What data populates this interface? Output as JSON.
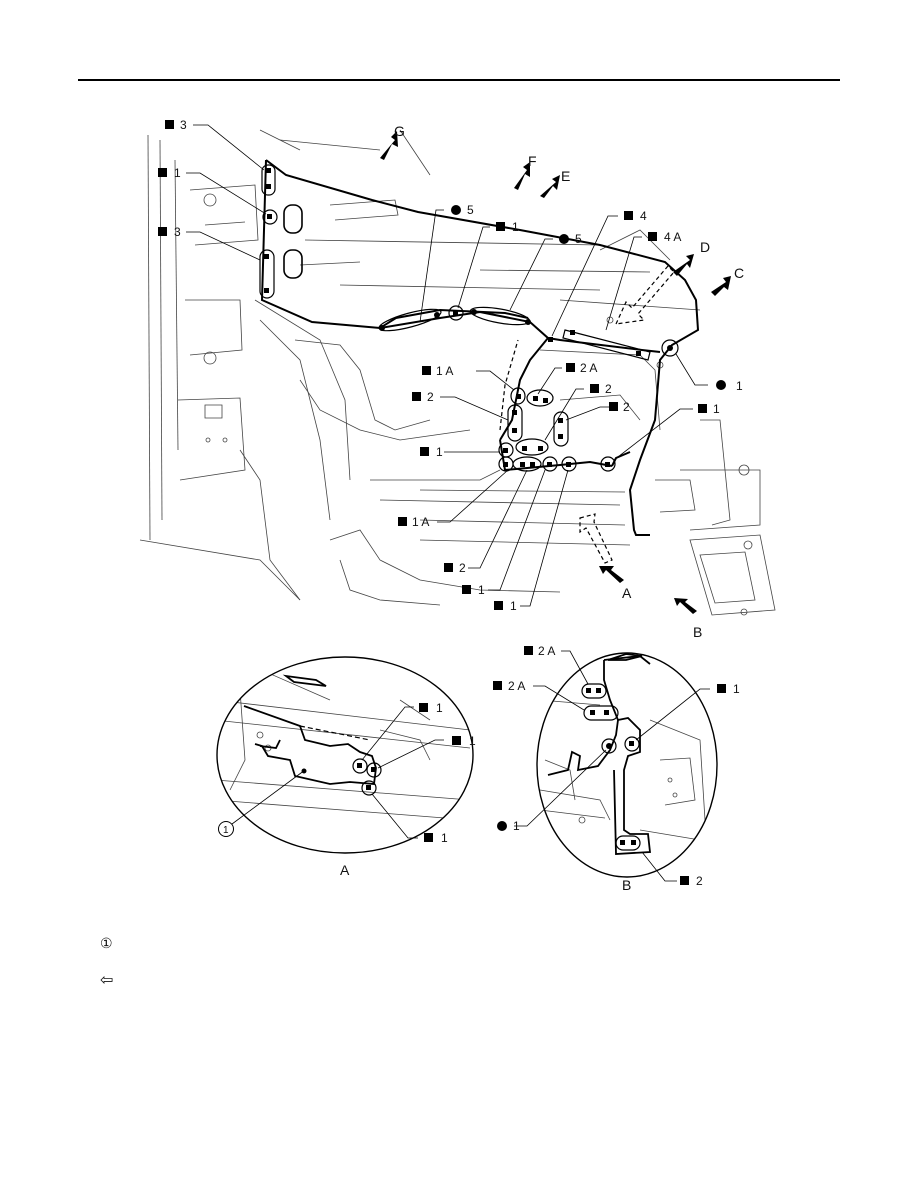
{
  "view_letters": [
    "G",
    "F",
    "E",
    "D",
    "C",
    "A",
    "B"
  ],
  "callouts_main": [
    "3",
    "1",
    "3",
    "5",
    "1",
    "5",
    "4",
    "4 A",
    "1",
    "1 A",
    "2 A",
    "2",
    "2",
    "2",
    "1",
    "1",
    "1 A",
    "2",
    "1",
    "1"
  ],
  "detail_a": {
    "caption": "A",
    "callouts": [
      "1",
      "1",
      "1"
    ],
    "part_number": "1"
  },
  "detail_b": {
    "caption": "B",
    "callouts": [
      "2 A",
      "2 A",
      "1",
      "1",
      "2"
    ]
  },
  "legend": {
    "circled_one": "①",
    "arrow": "⇦"
  }
}
